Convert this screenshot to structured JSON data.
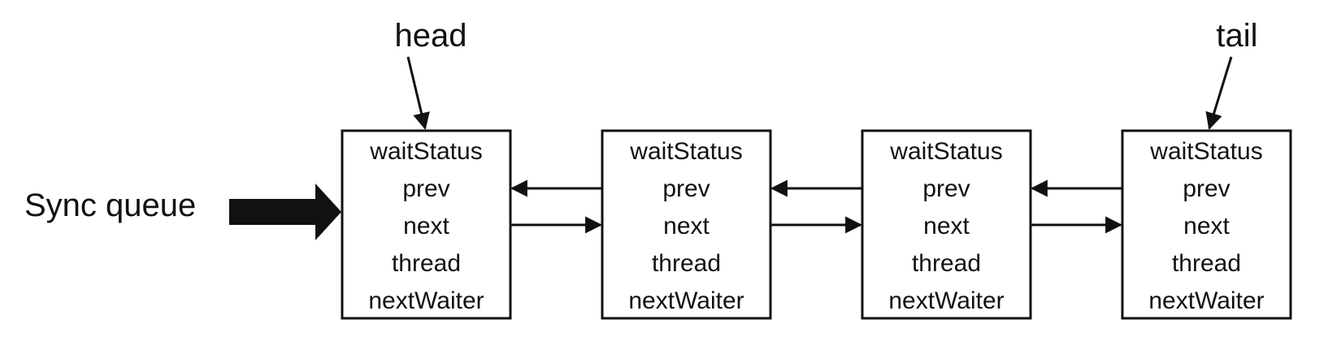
{
  "labels": {
    "queue": "Sync queue",
    "head": "head",
    "tail": "tail"
  },
  "fields": [
    "waitStatus",
    "prev",
    "next",
    "thread",
    "nextWaiter"
  ],
  "node_count": 4,
  "colors": {
    "stroke": "#111111",
    "background": "#ffffff"
  }
}
